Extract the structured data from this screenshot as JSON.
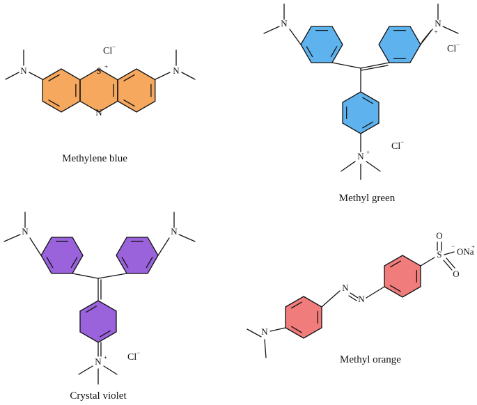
{
  "colors": {
    "methylene_blue_fill": "#F5A85E",
    "methyl_green_fill": "#5EB3EE",
    "crystal_violet_fill": "#9A63DB",
    "methyl_orange_fill": "#F07C7C",
    "line": "#111111"
  },
  "atoms": {
    "nitrogen": "N",
    "sulfur": "S",
    "sulfonyl_s": "S",
    "oxygen": "O",
    "chloride": "Cl",
    "sodium_oxide": "ONa",
    "plus": "+",
    "minus": "−"
  },
  "molecules": [
    {
      "name": "Methylene blue"
    },
    {
      "name": "Methyl green"
    },
    {
      "name": "Crystal violet"
    },
    {
      "name": "Methyl orange"
    }
  ]
}
